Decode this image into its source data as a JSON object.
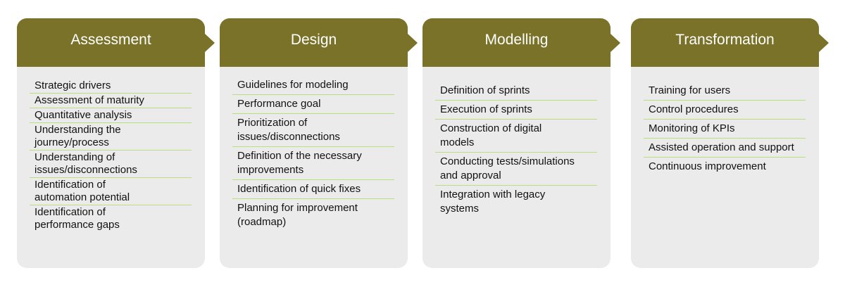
{
  "colors": {
    "header": "#7a7229",
    "divider": "#b8e07e",
    "card": "#ebebeb"
  },
  "phases": [
    {
      "title": "Assessment",
      "items": [
        "Strategic drivers",
        "Assessment of maturity",
        "Quantitative analysis",
        "Understanding the journey/process",
        "Understanding of issues/disconnections",
        "Identification of automation potential",
        "Identification of performance gaps"
      ]
    },
    {
      "title": "Design",
      "items": [
        "Guidelines for modeling",
        "Performance goal",
        "Prioritization of issues/disconnections",
        "Definition of the necessary improvements",
        "Identification of quick fixes",
        "Planning for improvement (roadmap)"
      ]
    },
    {
      "title": "Modelling",
      "items": [
        "Definition of sprints",
        "Execution of sprints",
        "Construction of digital models",
        "Conducting tests/simulations and approval",
        "Integration with legacy systems"
      ]
    },
    {
      "title": "Transformation",
      "items": [
        "Training for users",
        "Control procedures",
        "Monitoring of KPIs",
        "Assisted operation and support",
        "Continuous improvement"
      ]
    }
  ]
}
